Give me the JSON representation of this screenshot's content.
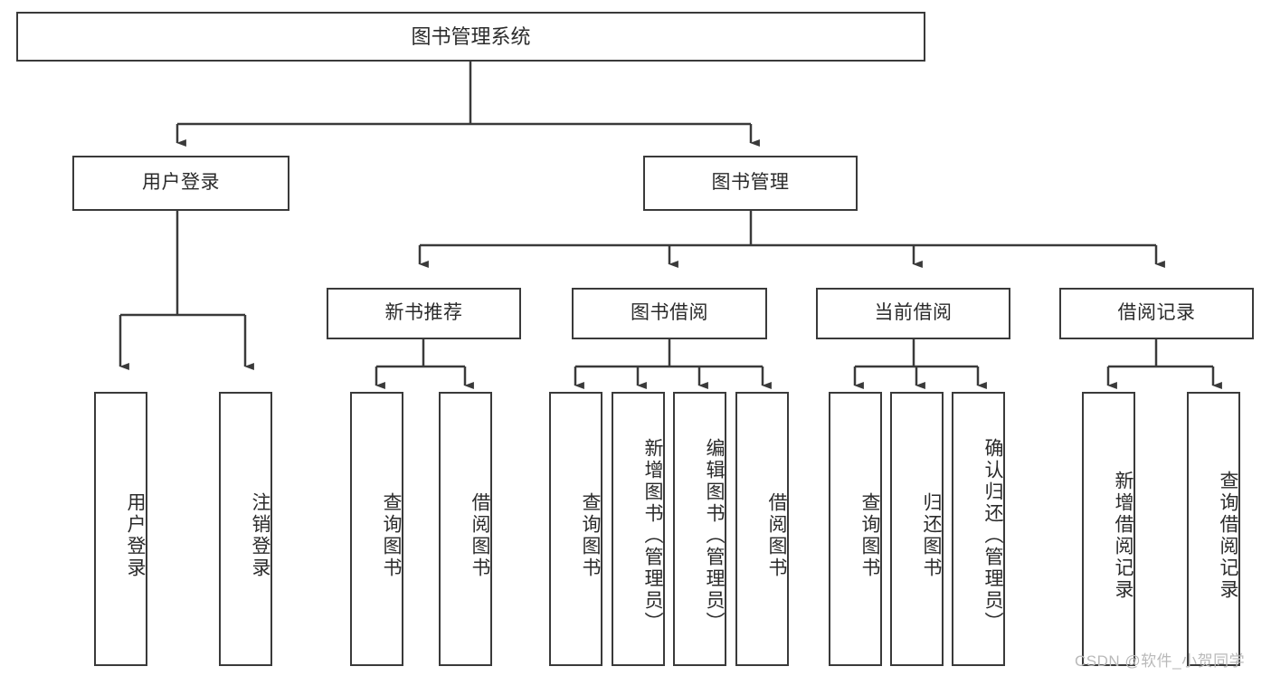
{
  "diagram": {
    "title": "图书管理系统",
    "type": "hierarchy-tree",
    "line_color": "#3a3a3a",
    "box_fill": "#ffffff",
    "text_color": "#2b2b2b",
    "watermark": {
      "text": "CSDN @软件_小贺同学",
      "color": "#b9b9b9"
    },
    "levels": {
      "root": {
        "label": "图书管理系统"
      },
      "level2": [
        {
          "label": "用户登录"
        },
        {
          "label": "图书管理"
        }
      ],
      "level3": [
        {
          "label": "新书推荐"
        },
        {
          "label": "图书借阅"
        },
        {
          "label": "当前借阅"
        },
        {
          "label": "借阅记录"
        }
      ],
      "leaves": [
        {
          "label": "用户登录",
          "parent": "用户登录"
        },
        {
          "label": "注销登录",
          "parent": "用户登录"
        },
        {
          "label": "查询图书",
          "parent": "新书推荐"
        },
        {
          "label": "借阅图书",
          "parent": "新书推荐"
        },
        {
          "label": "查询图书",
          "parent": "图书借阅"
        },
        {
          "label": "新增图书（管理员）",
          "parent": "图书借阅"
        },
        {
          "label": "编辑图书（管理员）",
          "parent": "图书借阅"
        },
        {
          "label": "借阅图书",
          "parent": "图书借阅"
        },
        {
          "label": "查询图书",
          "parent": "当前借阅"
        },
        {
          "label": "归还图书",
          "parent": "当前借阅"
        },
        {
          "label": "确认归还（管理员）",
          "parent": "当前借阅"
        },
        {
          "label": "新增借阅记录",
          "parent": "借阅记录"
        },
        {
          "label": "查询借阅记录",
          "parent": "借阅记录"
        }
      ]
    }
  }
}
